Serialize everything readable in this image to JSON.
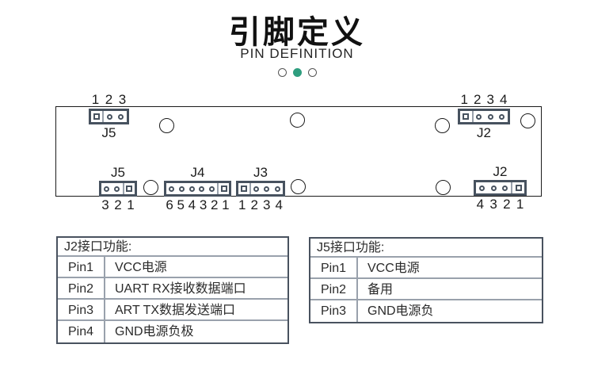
{
  "header": {
    "title": "引脚定义",
    "subtitle": "PIN DEFINITION"
  },
  "carousel": {
    "dots": [
      {
        "active": false
      },
      {
        "active": true
      },
      {
        "active": false
      }
    ]
  },
  "board": {
    "hole_count": 7,
    "connectors": [
      {
        "id": "j5-top",
        "label": "J5",
        "pin_numbers": [
          "1",
          "2",
          "3"
        ],
        "numbers_pos": "above",
        "pins": [
          "square",
          "round",
          "round"
        ]
      },
      {
        "id": "j2-top",
        "label": "J2",
        "pin_numbers": [
          "1",
          "2",
          "3",
          "4"
        ],
        "numbers_pos": "above",
        "pins": [
          "square",
          "round",
          "round",
          "round"
        ]
      },
      {
        "id": "j5-bottom",
        "label": "J5",
        "pin_numbers": [
          "3",
          "2",
          "1"
        ],
        "numbers_pos": "below",
        "pins": [
          "round",
          "round",
          "square"
        ]
      },
      {
        "id": "j4-bottom",
        "label": "J4",
        "pin_numbers": [
          "6",
          "5",
          "4",
          "3",
          "2",
          "1"
        ],
        "numbers_pos": "below",
        "pins": [
          "round",
          "round",
          "round",
          "round",
          "round",
          "square"
        ]
      },
      {
        "id": "j3-bottom",
        "label": "J3",
        "pin_numbers": [
          "1",
          "2",
          "3",
          "4"
        ],
        "numbers_pos": "below",
        "pins": [
          "square",
          "round",
          "round",
          "round"
        ]
      },
      {
        "id": "j2-bottom",
        "label": "J2",
        "pin_numbers": [
          "4",
          "3",
          "2",
          "1"
        ],
        "numbers_pos": "below",
        "pins": [
          "round",
          "round",
          "round",
          "square"
        ]
      }
    ]
  },
  "tables": [
    {
      "title": "J2接口功能:",
      "rows": [
        {
          "pin": "Pin1",
          "desc": "VCC电源"
        },
        {
          "pin": "Pin2",
          "desc": "UART RX接收数据端口"
        },
        {
          "pin": "Pin3",
          "desc": "ART TX数据发送端口"
        },
        {
          "pin": "Pin4",
          "desc": "GND电源负极"
        }
      ]
    },
    {
      "title": "J5接口功能:",
      "rows": [
        {
          "pin": "Pin1",
          "desc": "VCC电源"
        },
        {
          "pin": "Pin2",
          "desc": "备用"
        },
        {
          "pin": "Pin3",
          "desc": "GND电源负"
        }
      ]
    }
  ],
  "colors": {
    "accent_teal": "#2F9E7F",
    "connector_slate": "#47525F",
    "board_ink": "#1B1B1B",
    "table_divider": "#99A1AC"
  }
}
